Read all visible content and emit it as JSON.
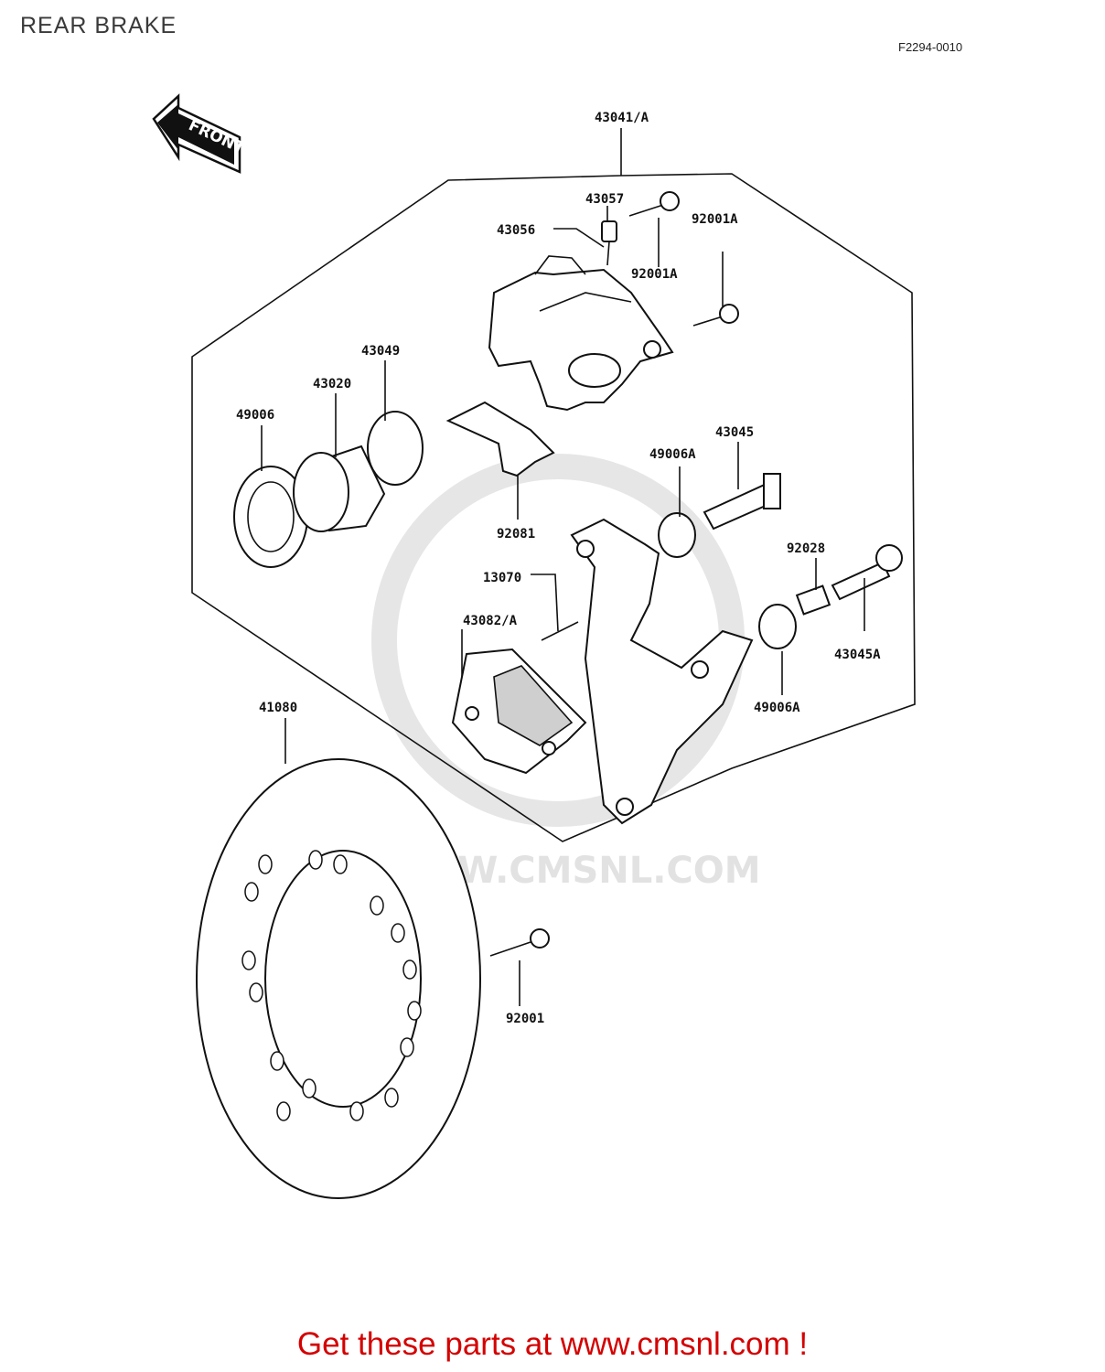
{
  "header": {
    "title": "REAR BRAKE",
    "figure_code": "F2294-0010"
  },
  "front_arrow": {
    "label": "FRONT"
  },
  "watermark": {
    "text": "WWW.CMSNL.COM"
  },
  "parts": {
    "caliper_assy": "43041/A",
    "cap": "43057",
    "bleed_valve": "43056",
    "bolt_upper": "92001A",
    "bolt_upper_2": "92001A",
    "piston_seal_ring": "43049",
    "piston": "43020",
    "dust_seal": "49006",
    "pad_spring": "92081",
    "shaft_main": "43045",
    "boot_main": "49006A",
    "sleeve": "92028",
    "pin": "13070",
    "pad_set": "43082/A",
    "shaft_second": "43045A",
    "boot_second": "49006A",
    "disc": "41080",
    "disc_bolt": "92001"
  },
  "footer": {
    "cta": "Get these parts at www.cmsnl.com !"
  }
}
